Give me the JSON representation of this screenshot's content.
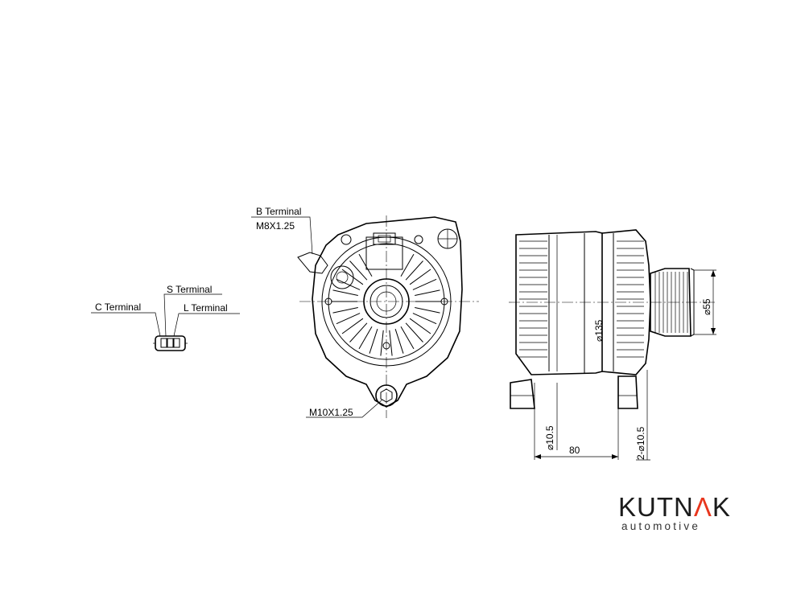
{
  "labels": {
    "b_terminal": "B Terminal",
    "b_thread": "M8X1.25",
    "s_terminal": "S Terminal",
    "c_terminal": "C Terminal",
    "l_terminal": "L Terminal",
    "mount_thread": "M10X1.25"
  },
  "dimensions": {
    "body_diameter": "⌀135",
    "pulley_diameter": "⌀55",
    "front_hole": "⌀10.5",
    "rear_holes": "2-⌀10.5",
    "mount_spacing": "80"
  },
  "logo": {
    "word_start": "KUTN",
    "word_accent_mark": "Λ",
    "word_end": "K",
    "tagline": "automotive",
    "accent_color": "#e8361d"
  }
}
